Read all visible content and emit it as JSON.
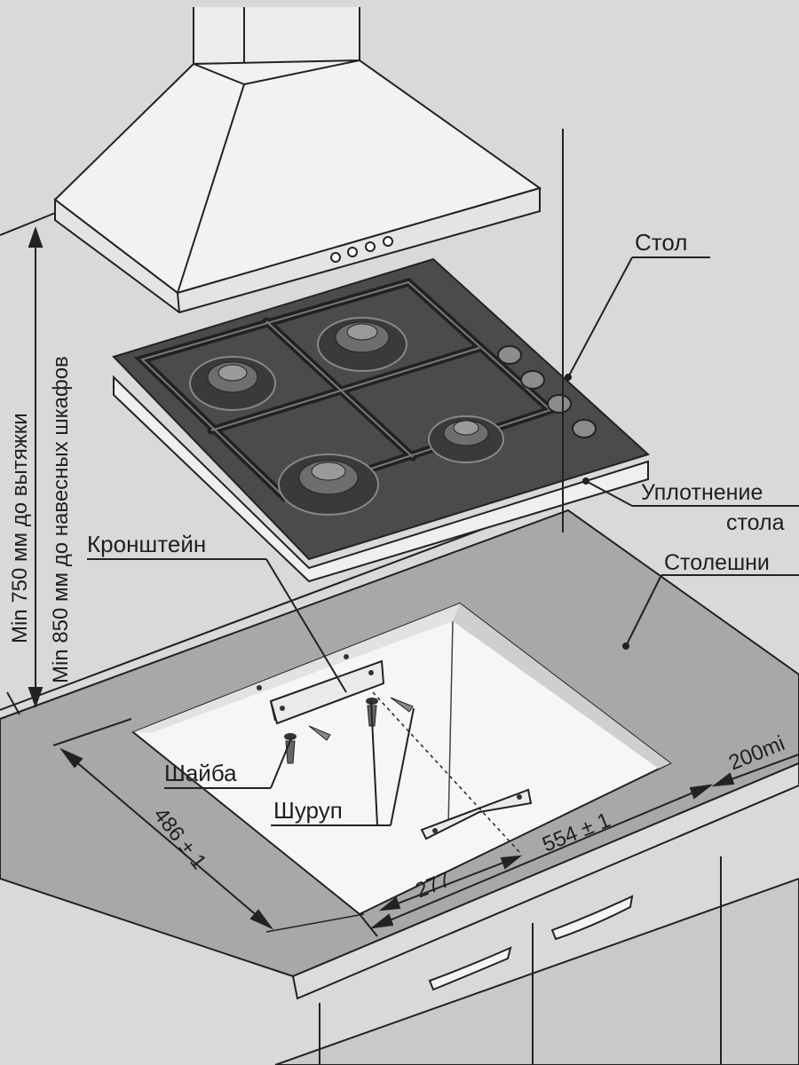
{
  "labels": {
    "table": "Стол",
    "seal_line1": "Уплотнение",
    "seal_line2": "стола",
    "countertop": "Столешни",
    "bracket": "Кронштейн",
    "washer": "Шайба",
    "screw": "Шуруп",
    "min_hood": "Min 750 мм до вытяжки",
    "min_cabinets": "Min 850 мм до навесных шкафов",
    "dim_depth": "486 ± 1",
    "dim_width": "554 ± 1",
    "dim_half": "277",
    "dim_side": "200mi"
  },
  "colors": {
    "background": "#d9d9d9",
    "hob_glass": "#4a4a4a",
    "countertop": "#a9a9a9",
    "cabinet": "#c8c8c8",
    "line": "#1f1f1f"
  }
}
